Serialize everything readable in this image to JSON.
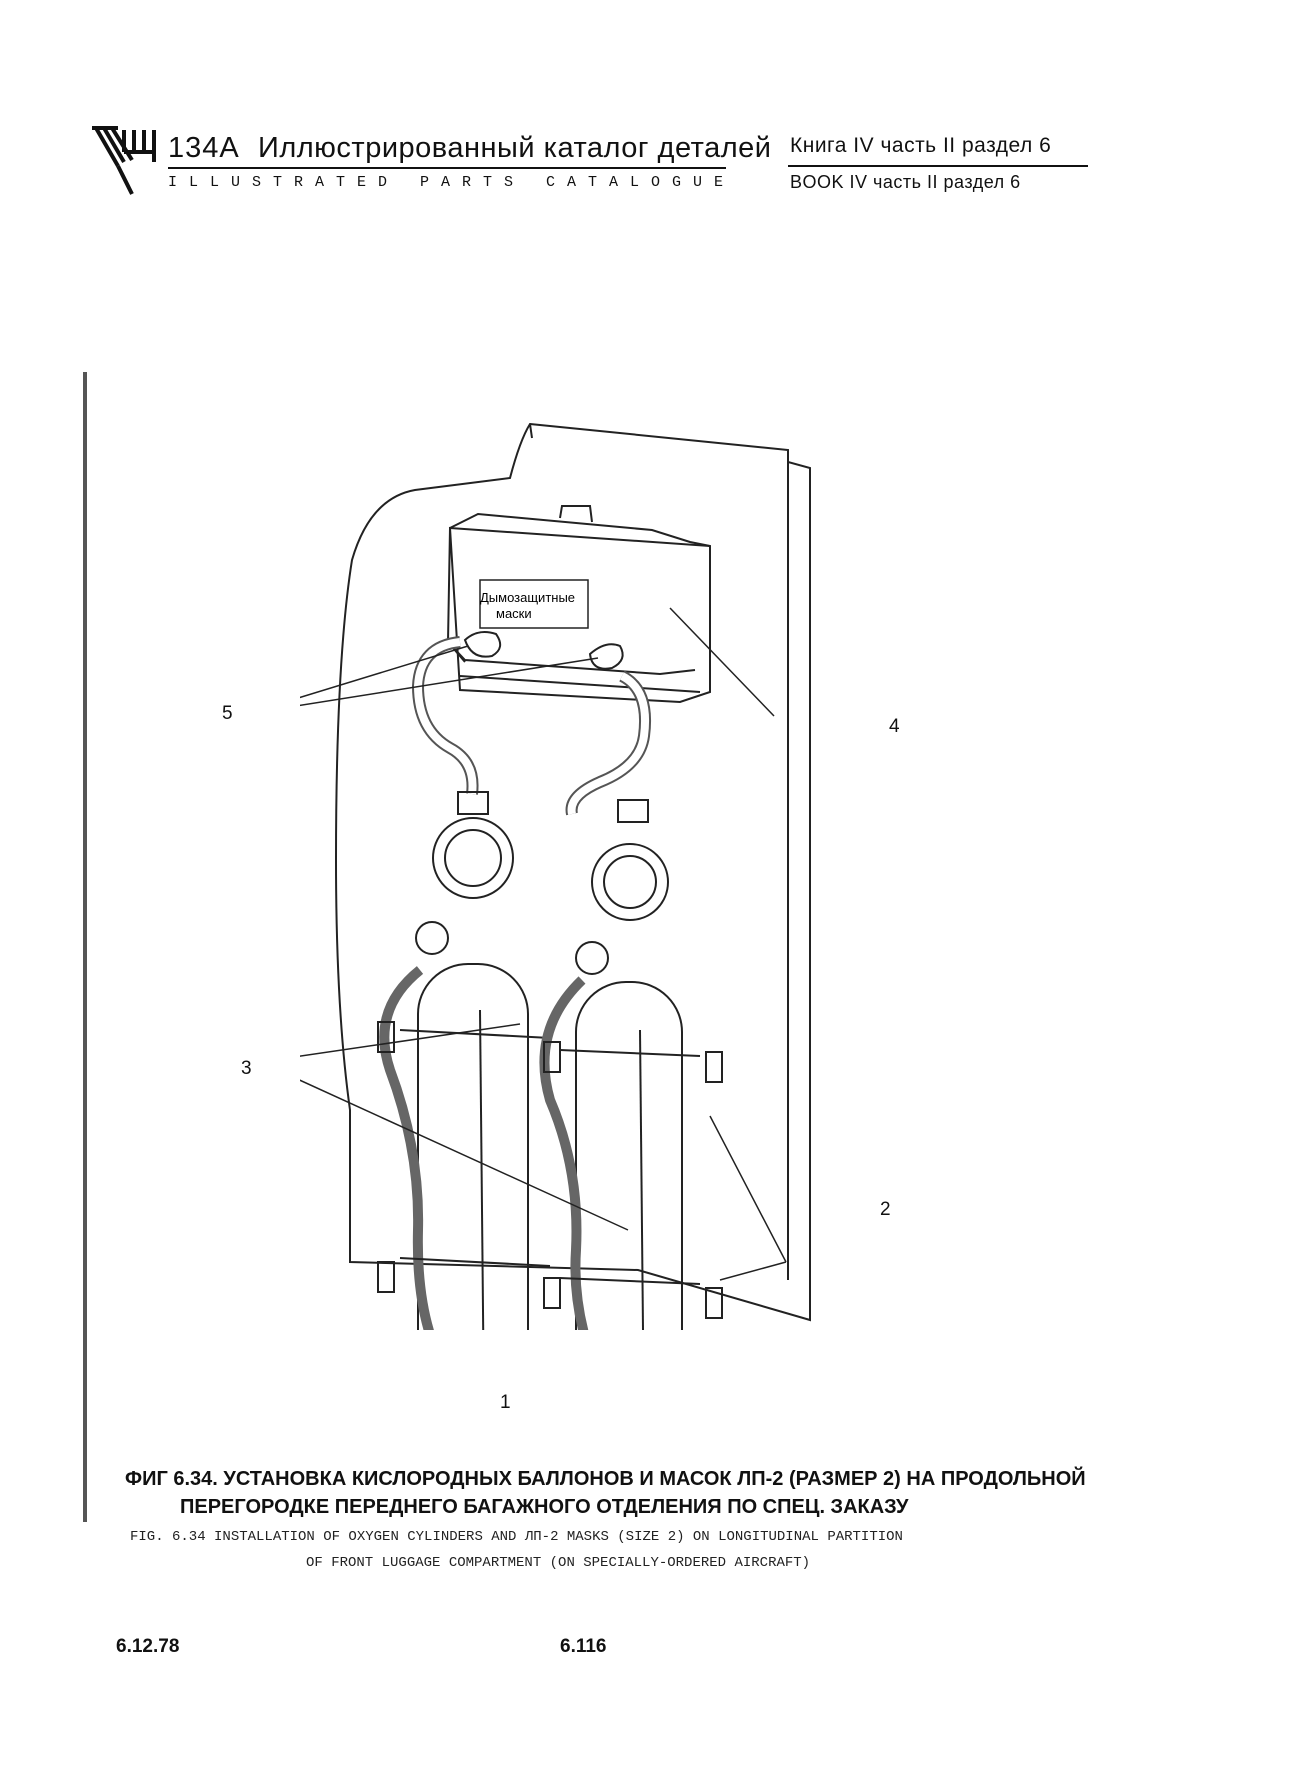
{
  "header": {
    "model": "134A",
    "title_ru": "Иллюстрированный каталог деталей",
    "title_en": "ILLUSTRATED PARTS CATALOGUE",
    "book_ru": "Книга IV  часть  II  раздел  6",
    "book_en": "BOOK IV  часть  II  раздел  6"
  },
  "figure": {
    "box_label_line1": "Дымозащитные",
    "box_label_line2": "маски",
    "callouts": {
      "c1": "1",
      "c2": "2",
      "c3": "3",
      "c4": "4",
      "c5": "5"
    }
  },
  "caption": {
    "ru_line1": "ФИГ 6.34. УСТАНОВКА КИСЛОРОДНЫХ БАЛЛОНОВ И МАСОК ЛП-2 (РАЗМЕР 2) НА ПРОДОЛЬНОЙ",
    "ru_line2": "ПЕРЕГОРОДКЕ ПЕРЕДНЕГО БАГАЖНОГО ОТДЕЛЕНИЯ ПО СПЕЦ. ЗАКАЗУ",
    "en_line1": "FIG. 6.34 INSTALLATION OF OXYGEN CYLINDERS AND ЛП-2 MASKS (SIZE 2) ON LONGITUDINAL PARTITION",
    "en_line2": "OF FRONT LUGGAGE COMPARTMENT (ON SPECIALLY-ORDERED AIRCRAFT)"
  },
  "footer": {
    "date": "6.12.78",
    "page": "6.116"
  }
}
